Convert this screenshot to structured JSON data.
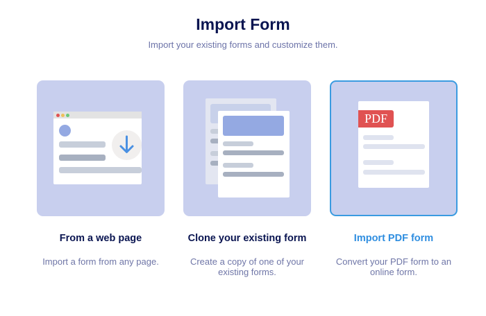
{
  "header": {
    "title": "Import Form",
    "subtitle": "Import your existing forms and customize them."
  },
  "options": [
    {
      "title": "From a web page",
      "description": "Import a form from any page.",
      "icon": "browser-download-icon"
    },
    {
      "title": "Clone your existing form",
      "description": "Create a copy of one of your existing forms.",
      "icon": "clone-forms-icon"
    },
    {
      "title": "Import PDF form",
      "description": "Convert your PDF form to an online form.",
      "icon": "pdf-document-icon",
      "badge": "PDF",
      "selected": true
    }
  ],
  "colors": {
    "accent": "#3a9be0",
    "card_bg": "#c8cfee",
    "title": "#0a1551",
    "pdf_red": "#e05252"
  }
}
